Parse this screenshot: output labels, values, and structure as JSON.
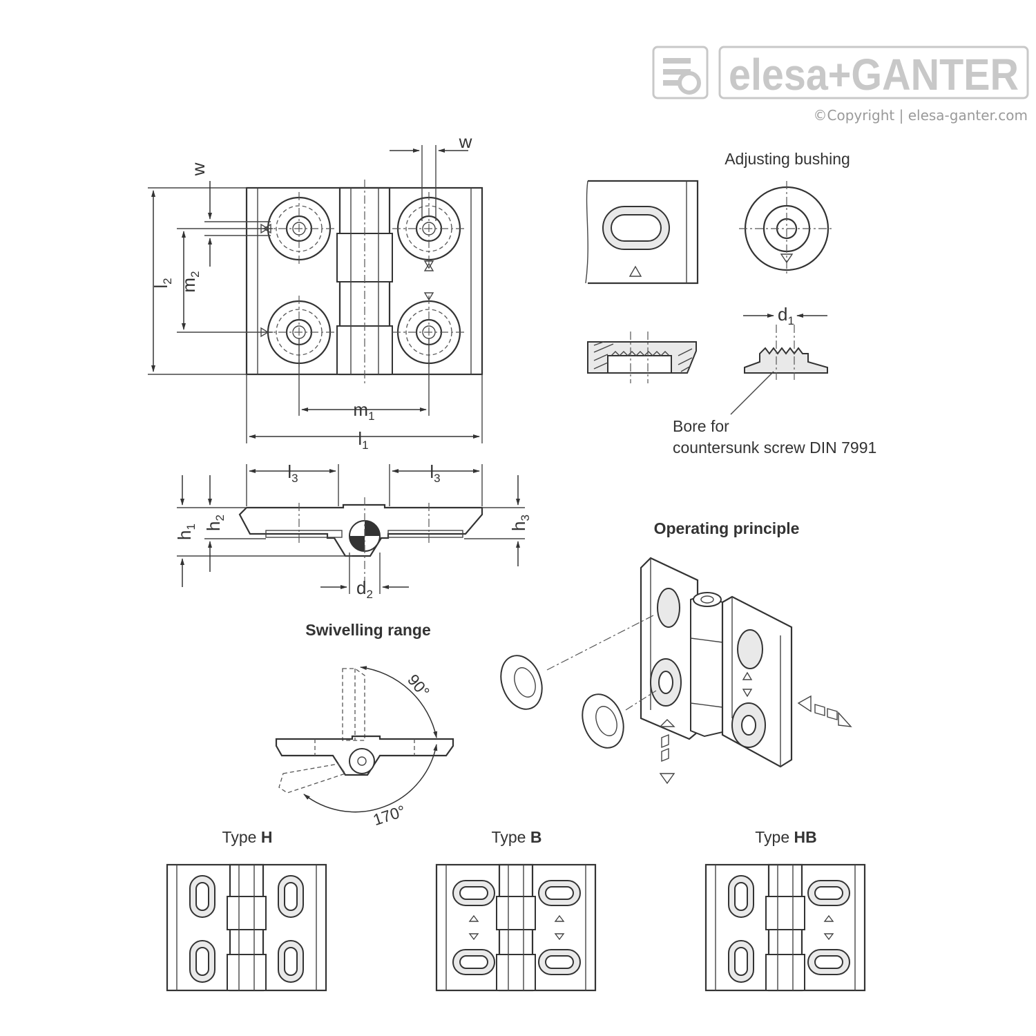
{
  "logo": {
    "brand": "elesa+GANTER",
    "copyright": "©Copyright | elesa-ganter.com"
  },
  "dimensions": {
    "w_top": "w",
    "w_left": "w",
    "l": "l",
    "l_sub1": "1",
    "l_sub2": "2",
    "l_sub3": "3",
    "m": "m",
    "m_sub1": "1",
    "m_sub2": "2",
    "h": "h",
    "h_sub1": "1",
    "h_sub2": "2",
    "h_sub3": "3",
    "d": "d",
    "d_sub1": "1",
    "d_sub2": "2"
  },
  "labels": {
    "adjusting_bushing": "Adjusting bushing",
    "bore_line1": "Bore for",
    "bore_line2": "countersunk screw DIN 7991",
    "operating_principle": "Operating principle",
    "swivelling_range": "Swivelling range",
    "angle_90": "90°",
    "angle_170": "170°",
    "type_prefix": "Type",
    "type_h": "H",
    "type_b": "B",
    "type_hb": "HB"
  },
  "colors": {
    "line": "#333333",
    "logo_gray": "#c8c8c8",
    "copyright_gray": "#9a9a9a"
  }
}
